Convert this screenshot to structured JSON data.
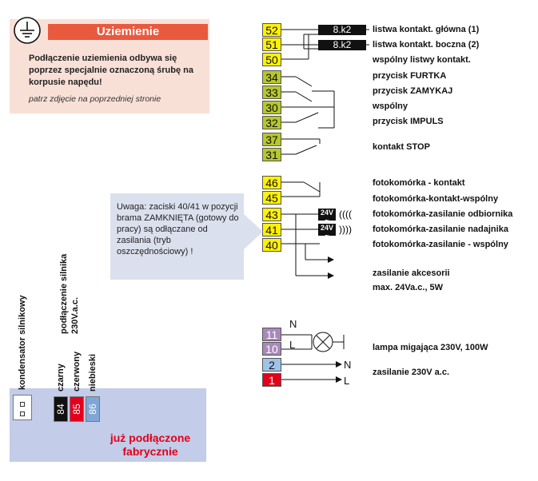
{
  "grounding": {
    "title": "Uziemienie",
    "text": "Podłączenie uziemienia odbywa się poprzez specjalnie oznaczoną śrubę na korpusie napędu!",
    "note": "patrz zdjęcie na poprzedniej stronie"
  },
  "terminals_top": [
    {
      "num": "52",
      "color": "yellow",
      "label": "listwa kontakt. główna (1)"
    },
    {
      "num": "51",
      "color": "yellow",
      "label": "listwa kontakt. boczna (2)"
    },
    {
      "num": "50",
      "color": "yellow",
      "label": "wspólny listwy kontakt."
    },
    {
      "num": "34",
      "color": "green",
      "label": "przycisk FURTKA"
    },
    {
      "num": "33",
      "color": "green",
      "label": "przycisk ZAMYKAJ"
    },
    {
      "num": "30",
      "color": "green",
      "label": "wspólny"
    },
    {
      "num": "32",
      "color": "green",
      "label": "przycisk IMPULS"
    },
    {
      "num": "37",
      "color": "green",
      "label": ""
    },
    {
      "num": "31",
      "color": "green",
      "label": ""
    }
  ],
  "stop_label": "kontakt STOP",
  "resistor_value": "8.k2",
  "terminals_mid": [
    {
      "num": "46",
      "label": "fotokomórka - kontakt"
    },
    {
      "num": "45",
      "label": "fotokomórka-kontakt-wspólny"
    },
    {
      "num": "43",
      "label": "fotokomórka-zasilanie odbiornika"
    },
    {
      "num": "41",
      "label": "fotokomórka-zasilanie nadajnika"
    },
    {
      "num": "40",
      "label": "fotokomórka-zasilanie - wspólny"
    }
  ],
  "voltage_badge": "24V",
  "accessory_label_1": "zasilanie akcesorii",
  "accessory_label_2": "max. 24Va.c., 5W",
  "note": "Uwaga: zaciski 40/41 w pozycji brama ZAMKNIĘTA (gotowy do pracy) są odłączane od zasilania (tryb oszczędnościowy) !",
  "terminals_bottom": [
    {
      "num": "11",
      "color": "purple"
    },
    {
      "num": "10",
      "color": "purple"
    },
    {
      "num": "2",
      "color": "blue"
    },
    {
      "num": "1",
      "color": "red"
    }
  ],
  "n_label": "N",
  "l_label": "L",
  "lamp_label": "lampa migająca 230V, 100W",
  "supply_label": "zasilanie  230V a.c.",
  "motor": {
    "capacitor_label": "kondensator silnikowy",
    "connection_label_1": "podłączenie silnika",
    "connection_label_2": "230V.a.c.",
    "wires": [
      "czarny",
      "czerwony",
      "niebieski"
    ],
    "terms": [
      {
        "num": "84",
        "color": "#111111"
      },
      {
        "num": "85",
        "color": "#e3001b"
      },
      {
        "num": "86",
        "color": "#7fa6d6"
      }
    ],
    "factory_label": "już podłączone fabrycznie"
  }
}
